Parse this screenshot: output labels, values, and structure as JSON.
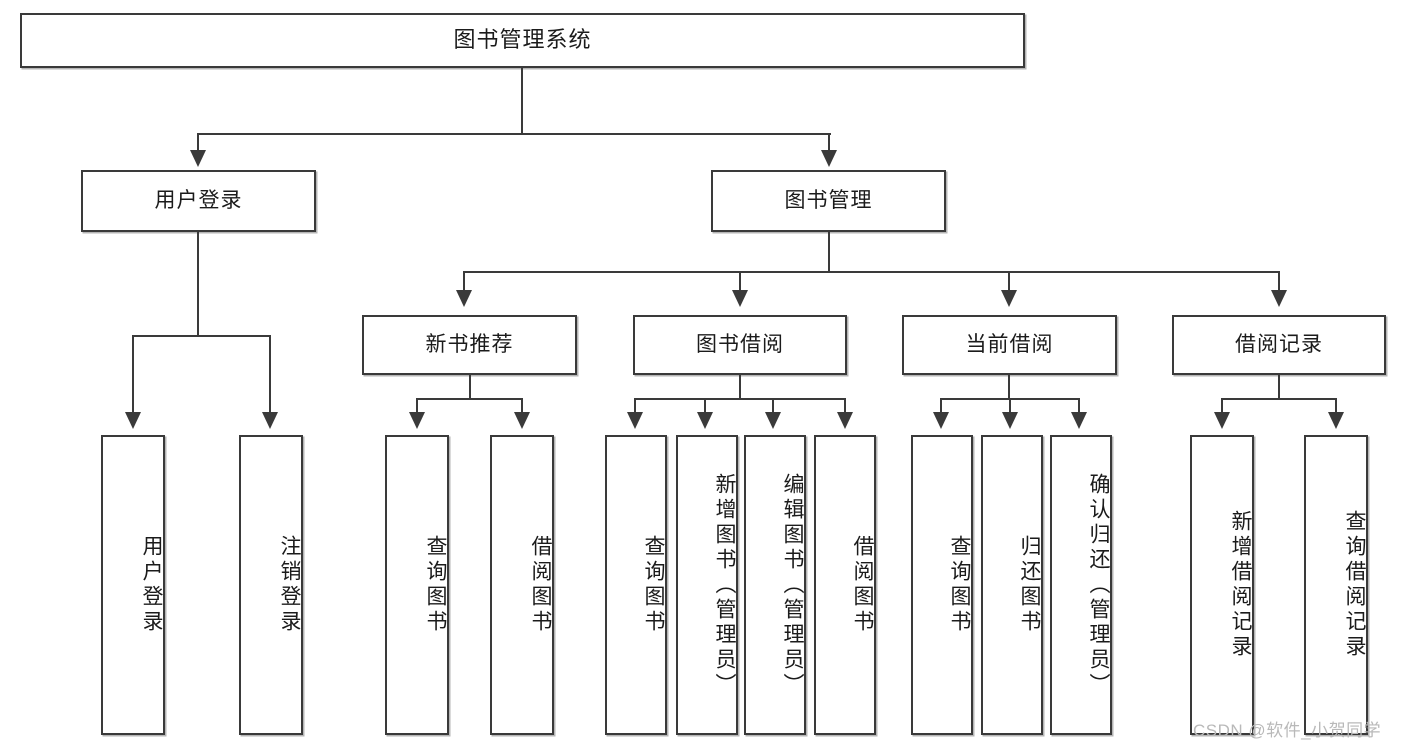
{
  "diagram": {
    "title": "图书管理系统",
    "root": {
      "label": "图书管理系统"
    },
    "level1": [
      {
        "label": "用户登录"
      },
      {
        "label": "图书管理"
      }
    ],
    "level2": [
      {
        "label": "新书推荐"
      },
      {
        "label": "图书借阅"
      },
      {
        "label": "当前借阅"
      },
      {
        "label": "借阅记录"
      }
    ],
    "leaves": {
      "user_login": [
        {
          "label": "用户登录"
        },
        {
          "label": "注销登录"
        }
      ],
      "new_book_recommend": [
        {
          "label": "查询图书"
        },
        {
          "label": "借阅图书"
        }
      ],
      "book_borrow": [
        {
          "label": "查询图书"
        },
        {
          "label": "新增图书（管理员）"
        },
        {
          "label": "编辑图书（管理员）"
        },
        {
          "label": "借阅图书"
        }
      ],
      "current_borrow": [
        {
          "label": "查询图书"
        },
        {
          "label": "归还图书"
        },
        {
          "label": "确认归还（管理员）"
        }
      ],
      "borrow_record": [
        {
          "label": "新增借阅记录"
        },
        {
          "label": "查询借阅记录"
        }
      ]
    }
  },
  "watermark": {
    "text": "CSDN @软件_小贺同学"
  },
  "colors": {
    "stroke": "#3a3a3a",
    "background": "#ffffff",
    "text": "#1b1b1b",
    "watermark": "#b9b9b9"
  }
}
